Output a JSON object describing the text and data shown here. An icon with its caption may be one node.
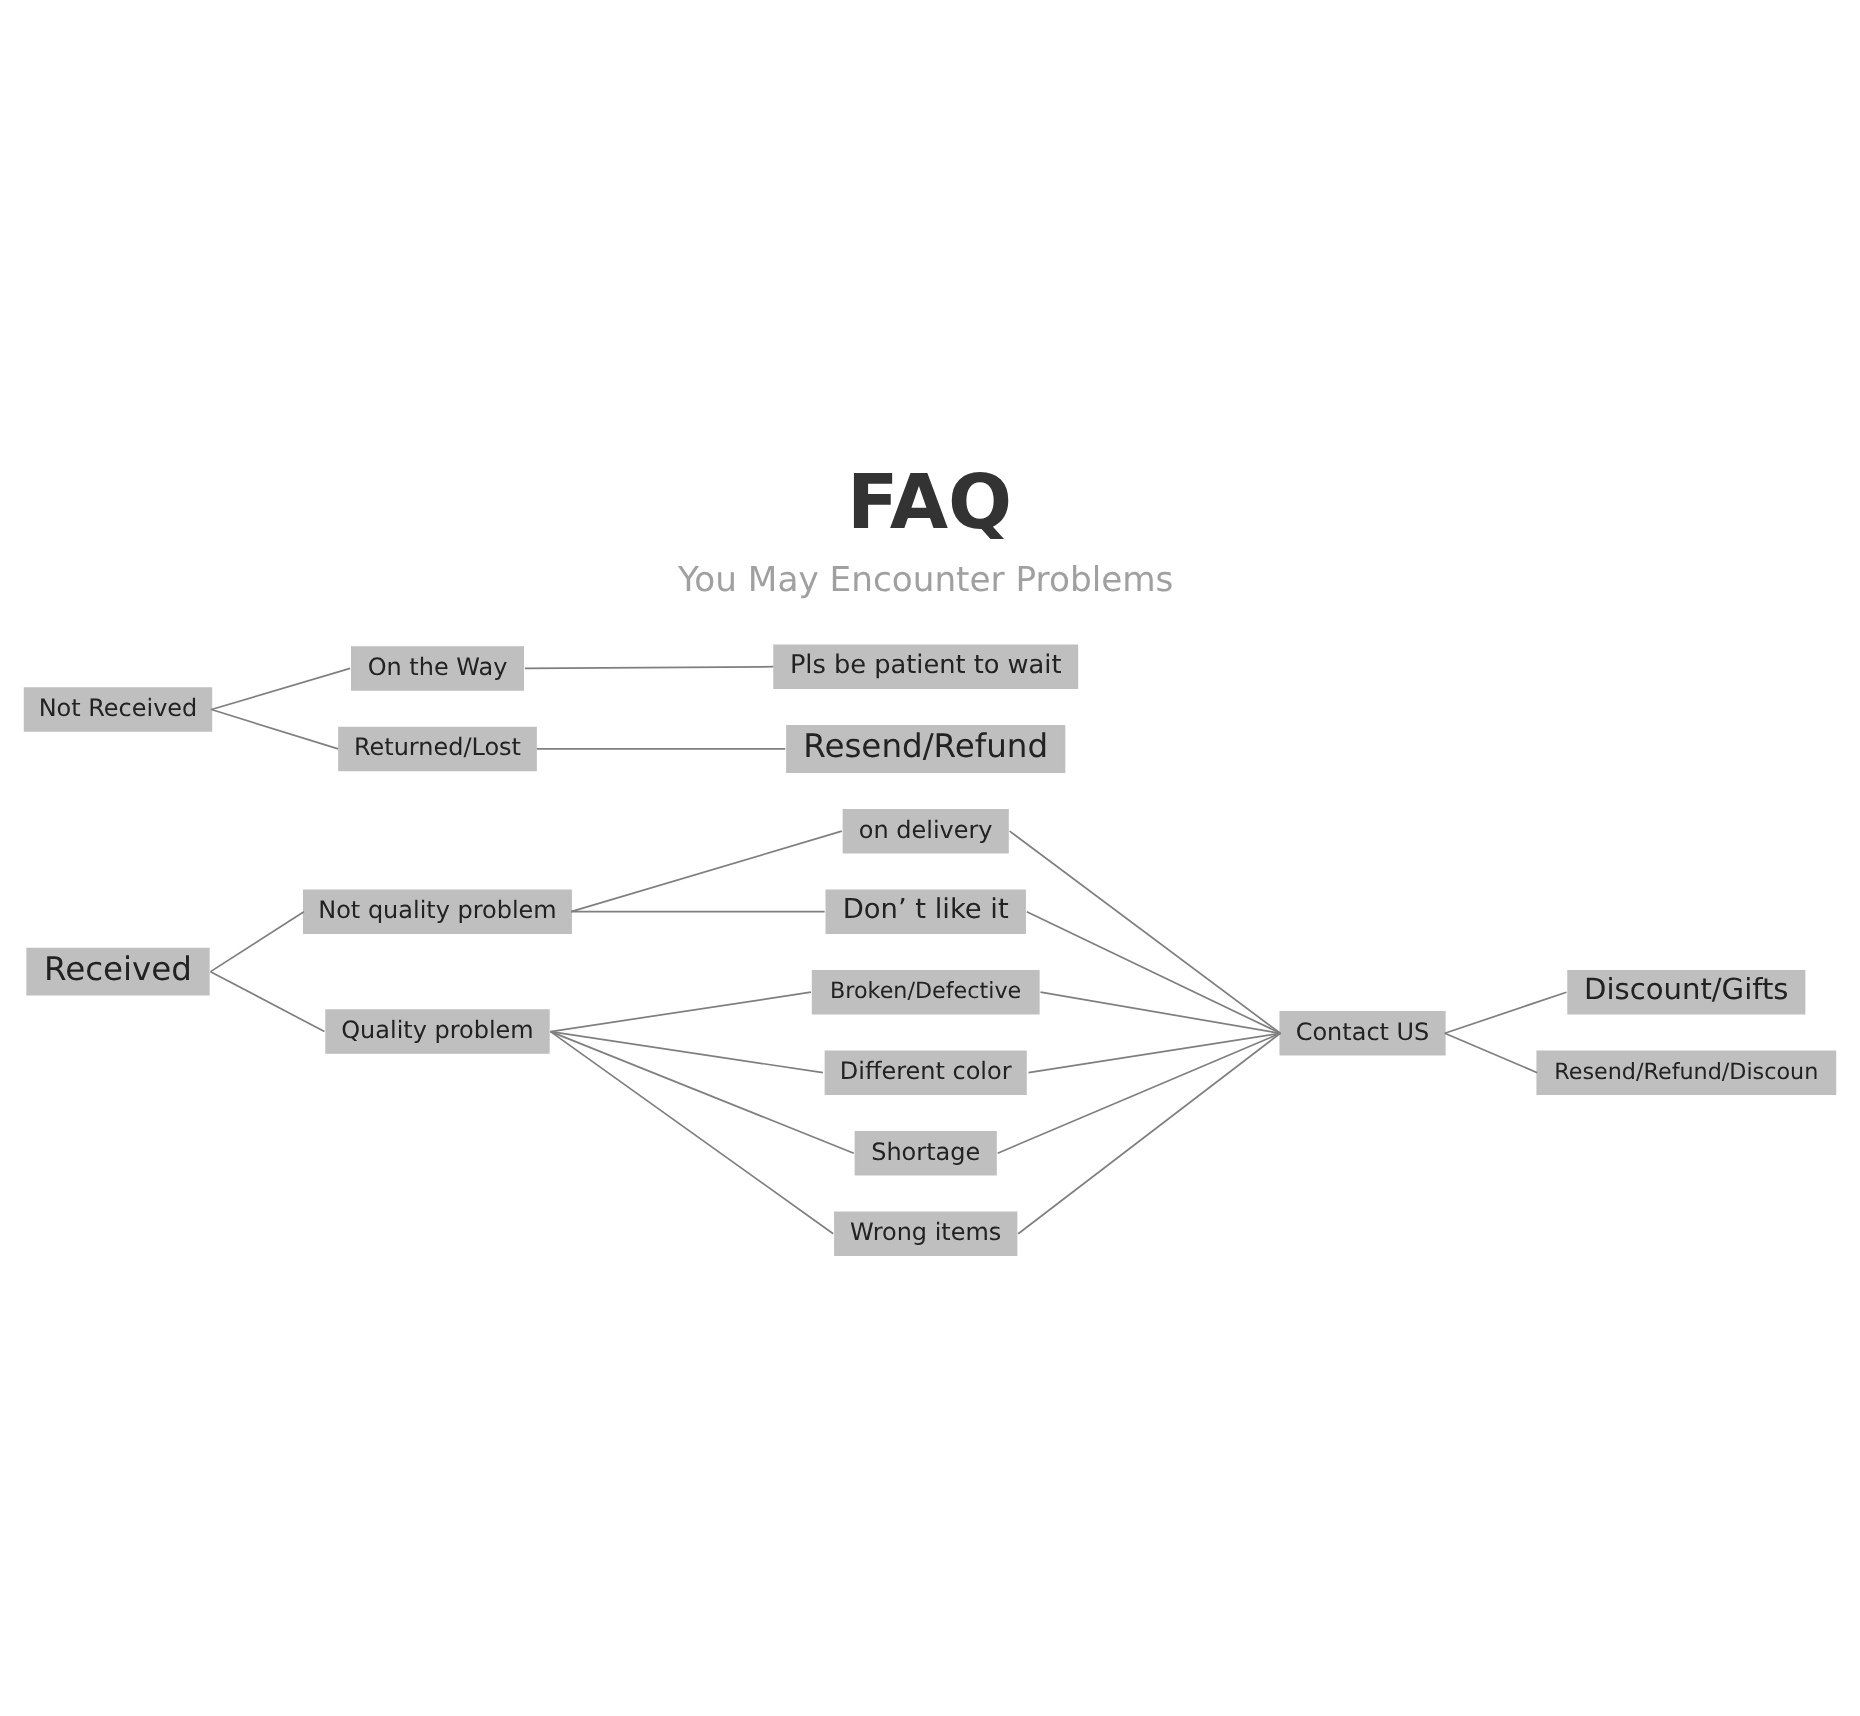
{
  "diagram": {
    "title": "FAQ",
    "nodes": [
      {
        "text": [
          "Not Received"
        ]
      },
      {
        "text": [
          "On the Way"
        ]
      },
      {
        "text": [
          "Returned/Lost"
        ]
      },
      {
        "text": [
          "Pls be patient to wait"
        ]
      },
      {
        "text": [
          "Resend/Refund"
        ]
      },
      {
        "text": [
          "Received"
        ]
      },
      {
        "text": [
          "Not quality problem"
        ]
      },
      {
        "text": [
          "on delivery"
        ]
      },
      {
        "text": [
          "Don’ t like it"
        ]
      },
      {
        "text": [
          "Quality problem"
        ]
      },
      {
        "text": [
          "Broken/Defective"
        ]
      },
      {
        "text": [
          "Different color"
        ]
      },
      {
        "text": [
          "Shortage"
        ]
      },
      {
        "text": [
          "Wrong items"
        ]
      },
      {
        "text": [
          "Contact US"
        ]
      },
      {
        "text": [
          "Discount/Gifts"
        ]
      },
      {
        "text": [
          "Resend/Refund/Discoun"
        ]
      }
    ],
    "edges": [
      {
        "from": 0,
        "to": 1,
        "arrow": "none"
      },
      {
        "from": 0,
        "to": 2,
        "arrow": "none"
      },
      {
        "from": 1,
        "to": 3,
        "arrow": "none"
      },
      {
        "from": 2,
        "to": 4,
        "arrow": "none"
      },
      {
        "from": 5,
        "to": 6,
        "arrow": "none"
      },
      {
        "from": 5,
        "to": 9,
        "arrow": "none"
      },
      {
        "from": 6,
        "to": 7,
        "arrow": "none"
      },
      {
        "from": 6,
        "to": 8,
        "arrow": "none"
      },
      {
        "from": 9,
        "to": 10,
        "arrow": "none"
      },
      {
        "from": 9,
        "to": 11,
        "arrow": "none"
      },
      {
        "from": 9,
        "to": 12,
        "arrow": "none"
      },
      {
        "from": 9,
        "to": 13,
        "arrow": "none"
      },
      {
        "from": 7,
        "to": 14,
        "arrow": "none"
      },
      {
        "from": 8,
        "to": 14,
        "arrow": "none"
      },
      {
        "from": 10,
        "to": 14,
        "arrow": "none"
      },
      {
        "from": 11,
        "to": 14,
        "arrow": "none"
      },
      {
        "from": 12,
        "to": 14,
        "arrow": "none"
      },
      {
        "from": 13,
        "to": 14,
        "arrow": "none"
      },
      {
        "from": 14,
        "to": 15,
        "arrow": "none"
      },
      {
        "from": 14,
        "to": 16,
        "arrow": "none"
      }
    ],
    "labels": [
      "You May Encounter Problems"
    ]
  }
}
